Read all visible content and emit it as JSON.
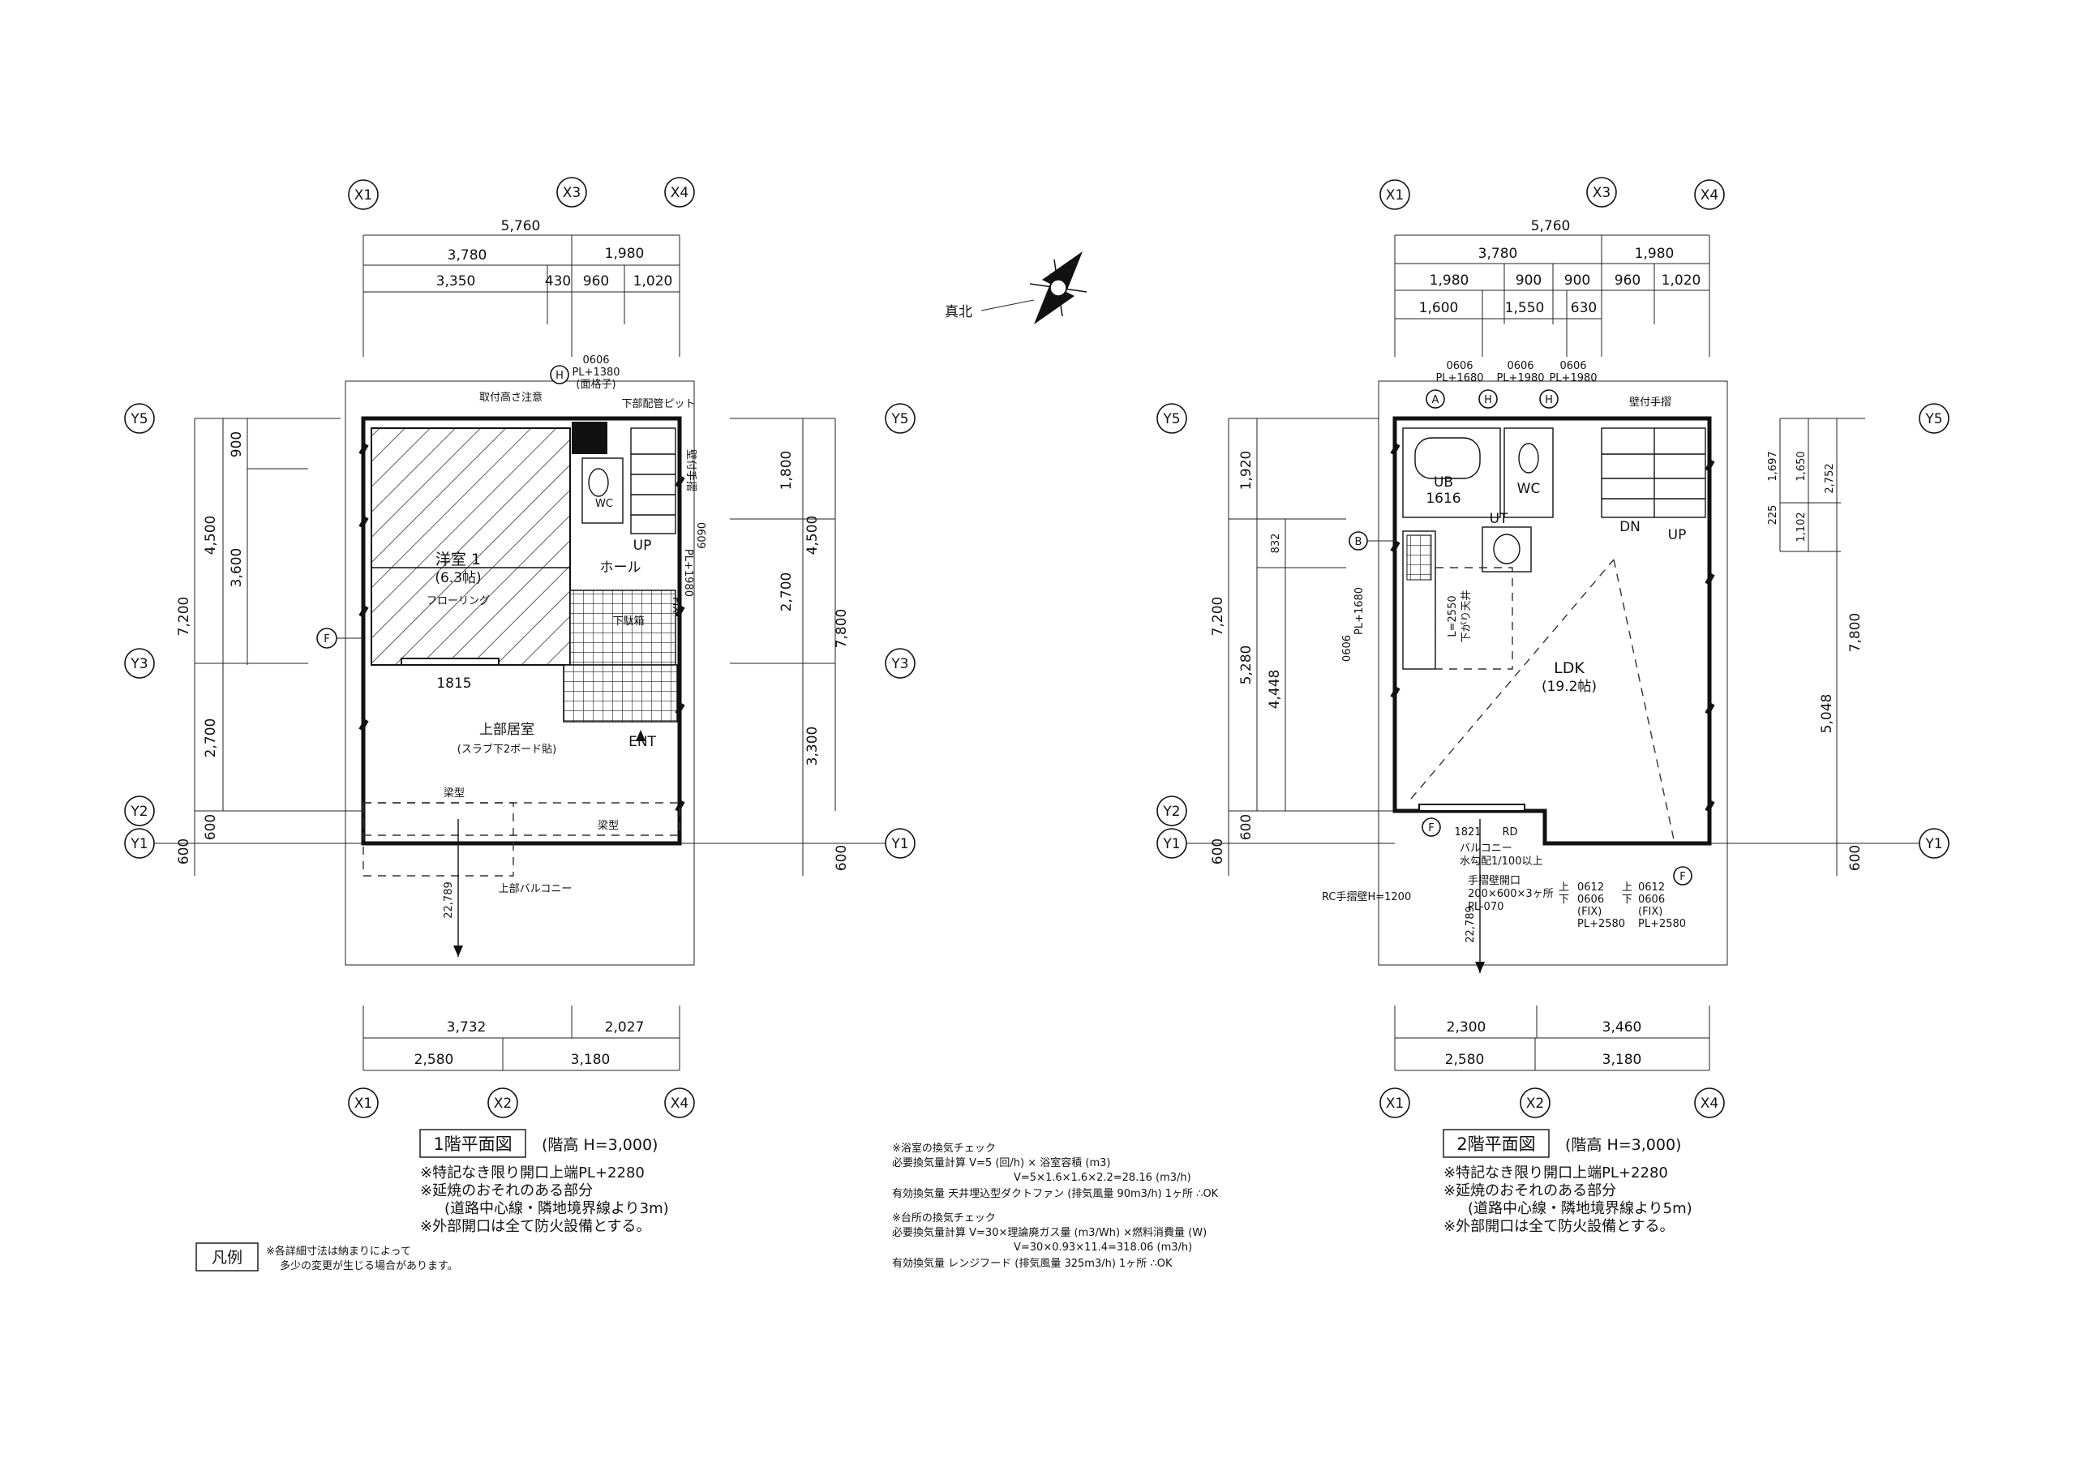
{
  "compass": {
    "label": "真北"
  },
  "floor1": {
    "grid_x": [
      "X1",
      "X3",
      "X4"
    ],
    "grid_x_bottom": [
      "X1",
      "X2",
      "X4"
    ],
    "grid_y_left": [
      "Y5",
      "Y3",
      "Y2",
      "Y1"
    ],
    "grid_y_right": [
      "Y5",
      "Y3",
      "Y1"
    ],
    "dims_top": [
      "5,760",
      "3,780",
      "1,980",
      "3,350",
      "430",
      "960",
      "1,020"
    ],
    "dims_bottom": [
      "3,732",
      "2,027",
      "2,580",
      "3,180"
    ],
    "dims_left": [
      "900",
      "4,500",
      "3,600",
      "7,200",
      "2,700",
      "600",
      "600"
    ],
    "dims_right": [
      "1,800",
      "4,500",
      "2,700",
      "7,800",
      "3,300",
      "600"
    ],
    "labels": {
      "window_h": "H",
      "window_code": "0606",
      "window_pl": "PL+1380",
      "window_note": "(面格子)",
      "mount_note": "取付高さ注意",
      "pit_note": "下部配管ピット",
      "handrail": "壁付手摺",
      "up": "UP",
      "hall": "ホール",
      "room": "洋室 1",
      "room_size": "(6.3帖)",
      "floor_note": "フローリング",
      "wc": "WC",
      "side_window": "0609\nPL+1980\nFIX",
      "f_mark": "F",
      "width_1815": "1815",
      "ent": "ENT",
      "upper_room": "上部居室",
      "slab_note": "(スラブ下2ボード貼)",
      "gutter1": "梁型",
      "gutter2": "梁型",
      "balcony": "上部バルコニー",
      "road": "22,789",
      "shoes": "下駄箱"
    },
    "title": "1階平面図",
    "height": "(階高 H=3,000)",
    "notes": [
      "※特記なき限り開口上端PL+2280",
      "※延焼のおそれのある部分",
      "(道路中心線・隣地境界線より3m)",
      "※外部開口は全て防火設備とする。"
    ],
    "legend_label": "凡例",
    "legend_notes": [
      "※各詳細寸法は納まりによって",
      "多少の変更が生じる場合があります。"
    ]
  },
  "floor2": {
    "grid_x": [
      "X1",
      "X3",
      "X4"
    ],
    "grid_x_bottom": [
      "X1",
      "X2",
      "X4"
    ],
    "grid_y_left": [
      "Y5",
      "Y2",
      "Y1"
    ],
    "grid_y_right": [
      "Y5",
      "Y1"
    ],
    "dims_top": [
      "5,760",
      "3,780",
      "1,980",
      "1,980",
      "900",
      "900",
      "960",
      "1,020",
      "1,600",
      "1,550",
      "630"
    ],
    "dims_bottom": [
      "2,300",
      "3,460",
      "2,580",
      "3,180"
    ],
    "dims_left": [
      "1,920",
      "7,200",
      "832",
      "5,280",
      "4,448",
      "600",
      "600"
    ],
    "dims_right": [
      "1,697",
      "1,650",
      "225",
      "2,752",
      "1,102",
      "7,800",
      "5,048",
      "600"
    ],
    "windows_top": [
      {
        "mark": "A",
        "code": "0606",
        "pl": "PL+1680"
      },
      {
        "mark": "H",
        "code": "0606",
        "pl": "PL+1980"
      },
      {
        "mark": "H",
        "code": "0606",
        "pl": "PL+1980"
      }
    ],
    "labels": {
      "handrail": "壁付手摺",
      "ub": "UB",
      "ub_size": "1616",
      "wc": "WC",
      "ut": "UT",
      "dn": "DN",
      "up": "UP",
      "b_mark": "B",
      "side_window": "0606\nPL+1680",
      "kitchen": "L=2550",
      "kitchen_note": "下がり天井",
      "ldk": "LDK",
      "ldk_size": "(19.2帖)",
      "width_1821": "1821",
      "rd": "RD",
      "balcony": "バルコニー",
      "balcony_note": "水勾配1/100以上",
      "f_mark": "F",
      "drain": "手摺壁開口",
      "drain_size": "200×600×3ヶ所",
      "drain_pl": "PL-070",
      "rc_wall": "RC手摺壁H=1200",
      "road": "22,789",
      "up_down1": "上\n下",
      "up_down2": "上\n下",
      "win_b1": "0612\n0606\n(FIX)\nPL+2580",
      "win_b2": "0612\n0606\n(FIX)\nPL+2580"
    },
    "title": "2階平面図",
    "height": "(階高 H=3,000)",
    "notes": [
      "※特記なき限り開口上端PL+2280",
      "※延焼のおそれのある部分",
      "(道路中心線・隣地境界線より5m)",
      "※外部開口は全て防火設備とする。"
    ]
  },
  "ventilation": {
    "bath_title": "※浴室の換気チェック",
    "bath_lines": [
      "必要換気量計算 V=5 (回/h) × 浴室容積 (m3)",
      "V=5×1.6×1.6×2.2=28.16 (m3/h)",
      "有効換気量 天井埋込型ダクトファン (排気風量 90m3/h) 1ヶ所 ∴OK"
    ],
    "kitchen_title": "※台所の換気チェック",
    "kitchen_lines": [
      "必要換気量計算 V=30×理論廃ガス量 (m3/Wh) ×燃料消費量 (W)",
      "V=30×0.93×11.4=318.06 (m3/h)",
      "有効換気量 レンジフード (排気風量 325m3/h) 1ヶ所 ∴OK"
    ]
  }
}
